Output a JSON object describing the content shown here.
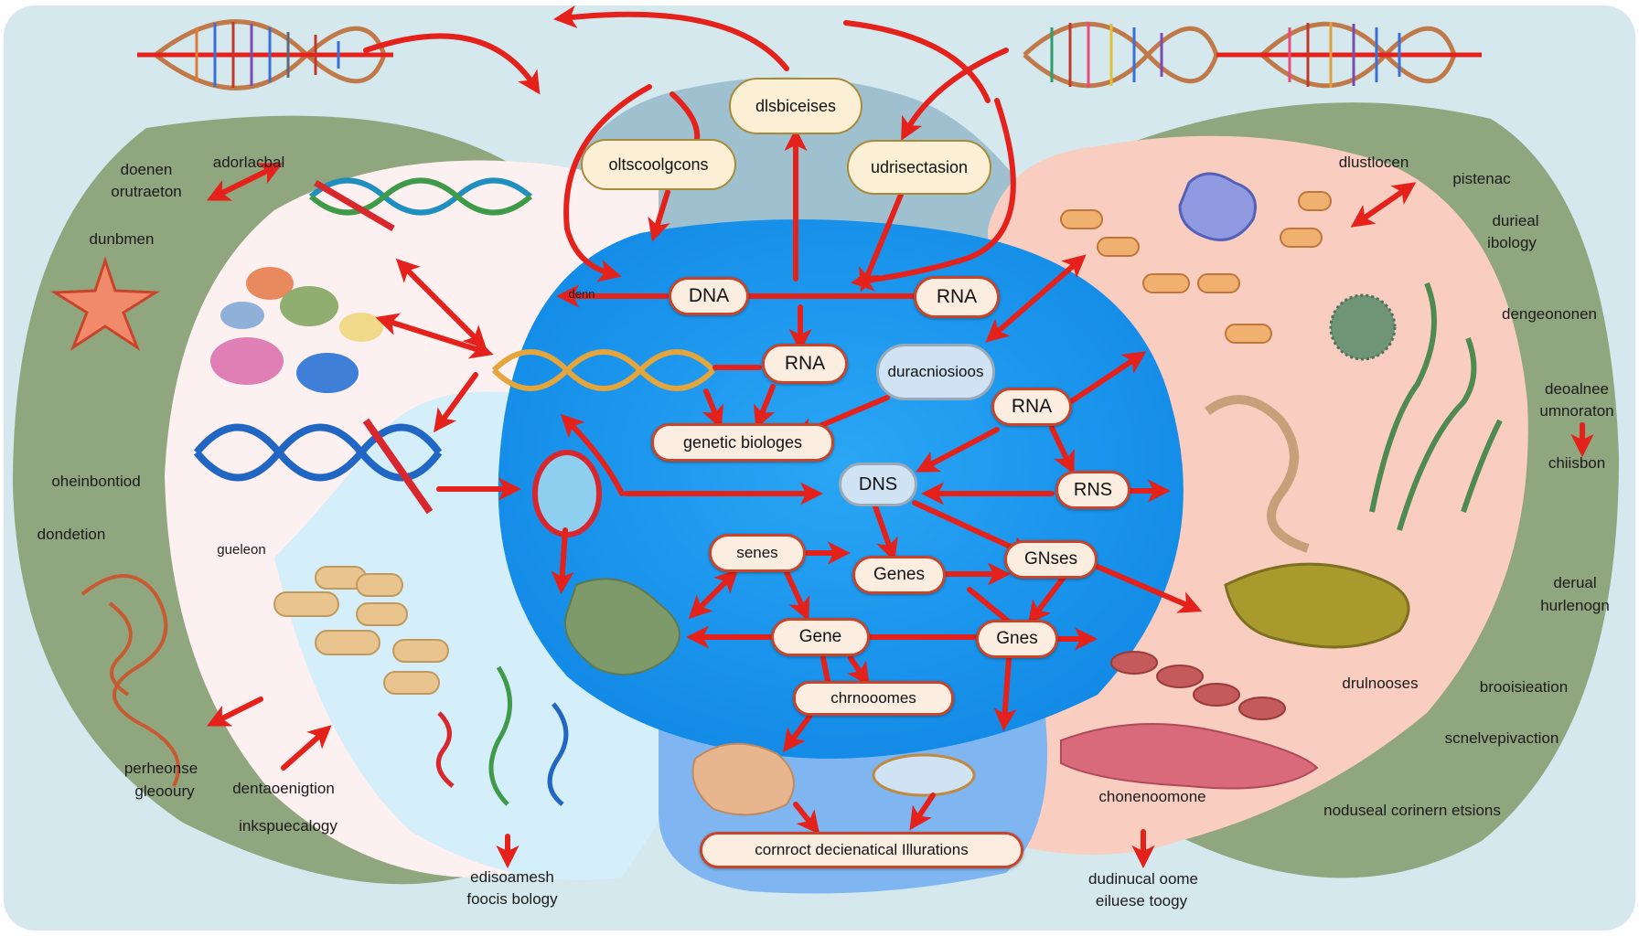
{
  "diagram": {
    "palette": {
      "background": "#d4e8ee",
      "outer_band": "#8fa67f",
      "left_inner": "#fdf0f0",
      "left_lower": "#d4eefa",
      "right_inner": "#f9cdc0",
      "top_dome": "#9ec0cf",
      "center_core": "#1e9cf0",
      "bottom_lobe": "#7fb6f2",
      "arrow": "#e4211a",
      "node_fill": "#fbeee0",
      "node_border": "#c8442b"
    },
    "top_nodes": [
      {
        "id": "n_top_center",
        "label": "dlsbiceises"
      },
      {
        "id": "n_top_left",
        "label": "oltscoolgcons"
      },
      {
        "id": "n_top_right",
        "label": "udrisectasion"
      }
    ],
    "core_nodes": [
      {
        "id": "n_dna",
        "label": "DNA"
      },
      {
        "id": "n_rna_top",
        "label": "RNA"
      },
      {
        "id": "n_rna_mid",
        "label": "RNA"
      },
      {
        "id": "n_duracniosioos",
        "label": "duracniosioos"
      },
      {
        "id": "n_genetic",
        "label": "genetic biologes"
      },
      {
        "id": "n_rna_right",
        "label": "RNA"
      },
      {
        "id": "n_dns",
        "label": "DNS"
      },
      {
        "id": "n_rns",
        "label": "RNS"
      },
      {
        "id": "n_senes",
        "label": "senes"
      },
      {
        "id": "n_genes",
        "label": "Genes"
      },
      {
        "id": "n_gnses",
        "label": "GNses"
      },
      {
        "id": "n_gene",
        "label": "Gene"
      },
      {
        "id": "n_gnes",
        "label": "Gnes"
      },
      {
        "id": "n_chromosomes",
        "label": "chrnooomes"
      },
      {
        "id": "n_bottom",
        "label": "cornroct decienatical Illurations"
      }
    ],
    "core_text": {
      "denn": "denn"
    },
    "left_labels": {
      "doenen": "doenen",
      "oruraeton": "orutraeton",
      "adorlacbal": "adorlacbal",
      "dunbmen": "dunbmen",
      "cheinbontiod": "oheinbontiod",
      "dondetion": "dondetion",
      "gueleon": "gueleon",
      "perheonse": "perheonse",
      "gleooury": "gleooury",
      "dentaoenigtion": "dentaoenigtion",
      "inkspuecalogy": "inkspuecalogy",
      "edisoamesh": "edisoamesh",
      "foocis_bology": "foocis bology"
    },
    "right_labels": {
      "dlustlocen": "dlustlocen",
      "pistenac": "pistenac",
      "durieal": "durieal",
      "ibology": "ibology",
      "dengeononen": "dengeononen",
      "deoalnee": "deoalnee",
      "umnoraton": "umnoraton",
      "chiisbon": "chiisbon",
      "derual": "derual",
      "hurlenogn": "hurlenogn",
      "drulnooses": "drulnooses",
      "brooisieation": "brooisieation",
      "scnelvepivaction": "scnelvepivaction",
      "noduseal_corinern_etsions": "noduseal corinern etsions",
      "chonenoomone": "chonenoomone",
      "dudinucal_oome": "dudinucal oome",
      "eiluese_toogy": "eiluese toogy"
    }
  }
}
